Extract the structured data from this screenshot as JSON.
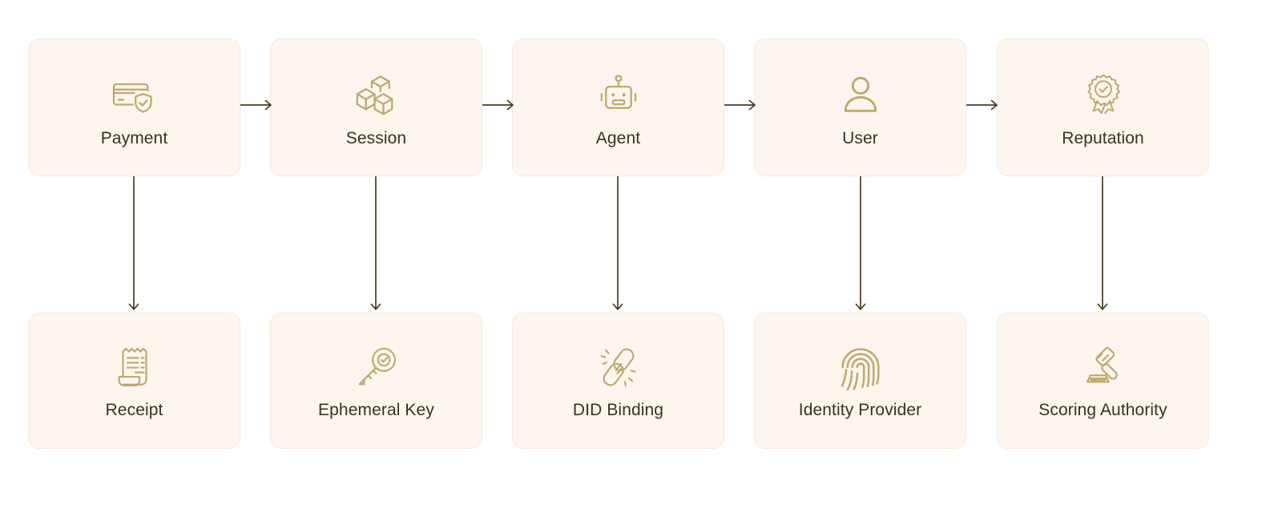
{
  "diagram": {
    "type": "flow-diagram",
    "background_color": "#FFFFFF",
    "card_fill": "#FDF5EE",
    "card_border": "#F6E9DC",
    "icon_color": "#BFA970",
    "label_color": "#3B3320",
    "arrow_color": "#4A3B1C",
    "top_row": [
      {
        "label": "Payment",
        "icon": "credit-card-shield-check-icon"
      },
      {
        "label": "Session",
        "icon": "three-boxes-icon"
      },
      {
        "label": "Agent",
        "icon": "robot-head-icon"
      },
      {
        "label": "User",
        "icon": "person-icon"
      },
      {
        "label": "Reputation",
        "icon": "award-rosette-check-icon"
      }
    ],
    "bottom_row": [
      {
        "label": "Receipt",
        "icon": "receipt-icon"
      },
      {
        "label": "Ephemeral Key",
        "icon": "key-check-icon"
      },
      {
        "label": "DID Binding",
        "icon": "chain-link-sparkle-icon"
      },
      {
        "label": "Identity Provider",
        "icon": "fingerprint-icon"
      },
      {
        "label": "Scoring Authority",
        "icon": "gavel-icon"
      }
    ],
    "horizontal_arrows": [
      {
        "from": "Payment",
        "to": "Session"
      },
      {
        "from": "Session",
        "to": "Agent"
      },
      {
        "from": "Agent",
        "to": "User"
      },
      {
        "from": "User",
        "to": "Reputation"
      }
    ],
    "vertical_arrows": [
      {
        "from": "Payment",
        "to": "Receipt"
      },
      {
        "from": "Session",
        "to": "Ephemeral Key"
      },
      {
        "from": "Agent",
        "to": "DID Binding"
      },
      {
        "from": "User",
        "to": "Identity Provider"
      },
      {
        "from": "Reputation",
        "to": "Scoring Authority"
      }
    ]
  }
}
